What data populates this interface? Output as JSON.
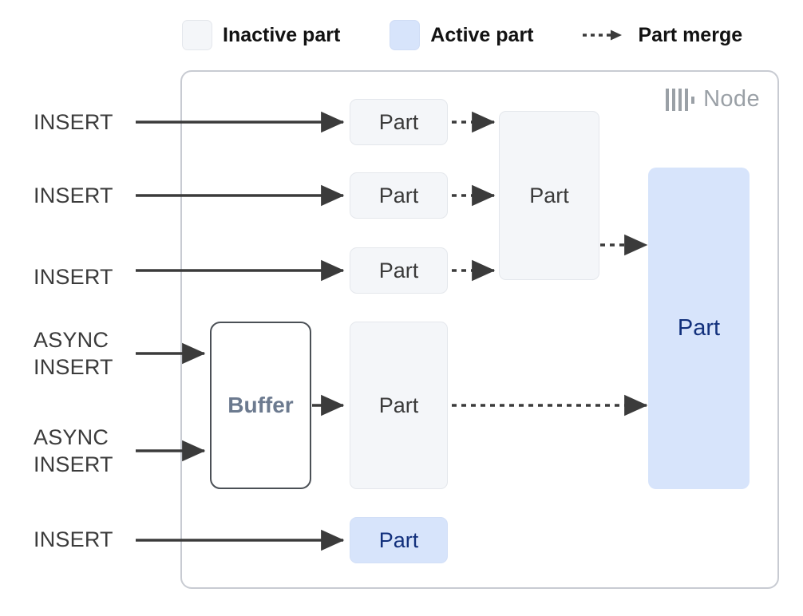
{
  "legend": {
    "items": [
      {
        "icon": "inactive-part-swatch",
        "label": "Inactive part",
        "color": "#f4f6f9"
      },
      {
        "icon": "active-part-swatch",
        "label": "Active part",
        "color": "#d7e4fb"
      },
      {
        "icon": "dashed-arrow",
        "label": "Part merge",
        "color": "#3b3b3b"
      }
    ]
  },
  "node": {
    "label": "Node",
    "logo_icon": "clickhouse-logo-icon",
    "border_color": "#c8cbd2",
    "label_color": "#9aa0a6"
  },
  "queries": [
    {
      "id": "q1",
      "text": "INSERT"
    },
    {
      "id": "q2",
      "text": "INSERT"
    },
    {
      "id": "q3",
      "text": "INSERT"
    },
    {
      "id": "q4",
      "text": "ASYNC\nINSERT"
    },
    {
      "id": "q5",
      "text": "ASYNC\nINSERT"
    },
    {
      "id": "q6",
      "text": "INSERT"
    }
  ],
  "parts": {
    "col1": [
      {
        "id": "p1",
        "label": "Part",
        "state": "inactive"
      },
      {
        "id": "p2",
        "label": "Part",
        "state": "inactive"
      },
      {
        "id": "p3",
        "label": "Part",
        "state": "inactive"
      },
      {
        "id": "p4",
        "label": "Part",
        "state": "inactive"
      },
      {
        "id": "p5",
        "label": "Part",
        "state": "active"
      }
    ],
    "merged_mid": {
      "id": "m1",
      "label": "Part",
      "state": "inactive"
    },
    "merged_final": {
      "id": "m2",
      "label": "Part",
      "state": "active"
    }
  },
  "buffer": {
    "label": "Buffer",
    "text_color": "#6c7a8f",
    "border_color": "#4b5056"
  },
  "colors": {
    "inactive_fill": "#f4f6f9",
    "inactive_border": "#e4e7ec",
    "active_fill": "#d7e4fb",
    "active_text": "#12307c",
    "arrow": "#3b3b3b",
    "node_border": "#c8cbd2",
    "text": "#3b3b3b"
  }
}
